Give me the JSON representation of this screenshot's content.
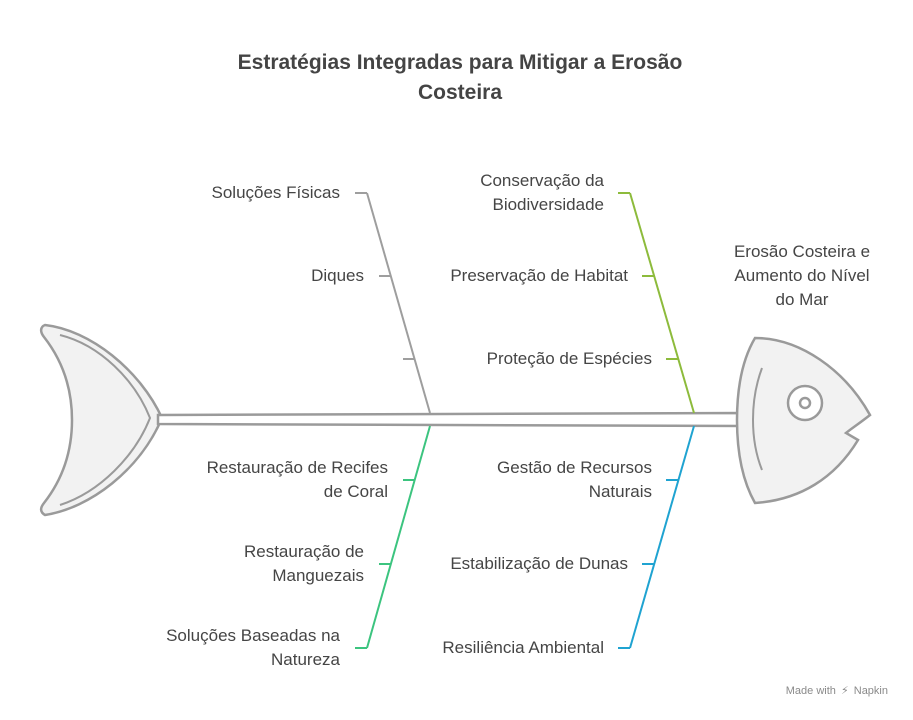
{
  "title": {
    "line1": "Estratégias Integradas para Mitigar a Erosão",
    "line2": "Costeira"
  },
  "effect": {
    "line1": "Erosão Costeira e",
    "line2": "Aumento do Nível",
    "line3": "do Mar"
  },
  "bones": {
    "top_left": {
      "color": "#9e9e9e",
      "items": [
        {
          "line1": "Soluções Físicas"
        },
        {
          "line1": "Diques"
        }
      ]
    },
    "top_right": {
      "color": "#8dbb3c",
      "items": [
        {
          "line1": "Conservação da",
          "line2": "Biodiversidade"
        },
        {
          "line1": "Preservação de Habitat"
        },
        {
          "line1": "Proteção de Espécies"
        }
      ]
    },
    "bottom_left": {
      "color": "#3cc47f",
      "items": [
        {
          "line1": "Restauração de Recifes",
          "line2": "de Coral"
        },
        {
          "line1": "Restauração de",
          "line2": "Manguezais"
        },
        {
          "line1": "Soluções Baseadas na",
          "line2": "Natureza"
        }
      ]
    },
    "bottom_right": {
      "color": "#1fa3d1",
      "items": [
        {
          "line1": "Gestão de Recursos",
          "line2": "Naturais"
        },
        {
          "line1": "Estabilização de Dunas"
        },
        {
          "line1": "Resiliência Ambiental"
        }
      ]
    }
  },
  "colors": {
    "outline": "#9a9a9a",
    "fish_fill": "#f2f2f2"
  },
  "footer": {
    "made_with": "Made with",
    "brand": "Napkin",
    "brand_icon": "napkin-bolt-icon"
  }
}
